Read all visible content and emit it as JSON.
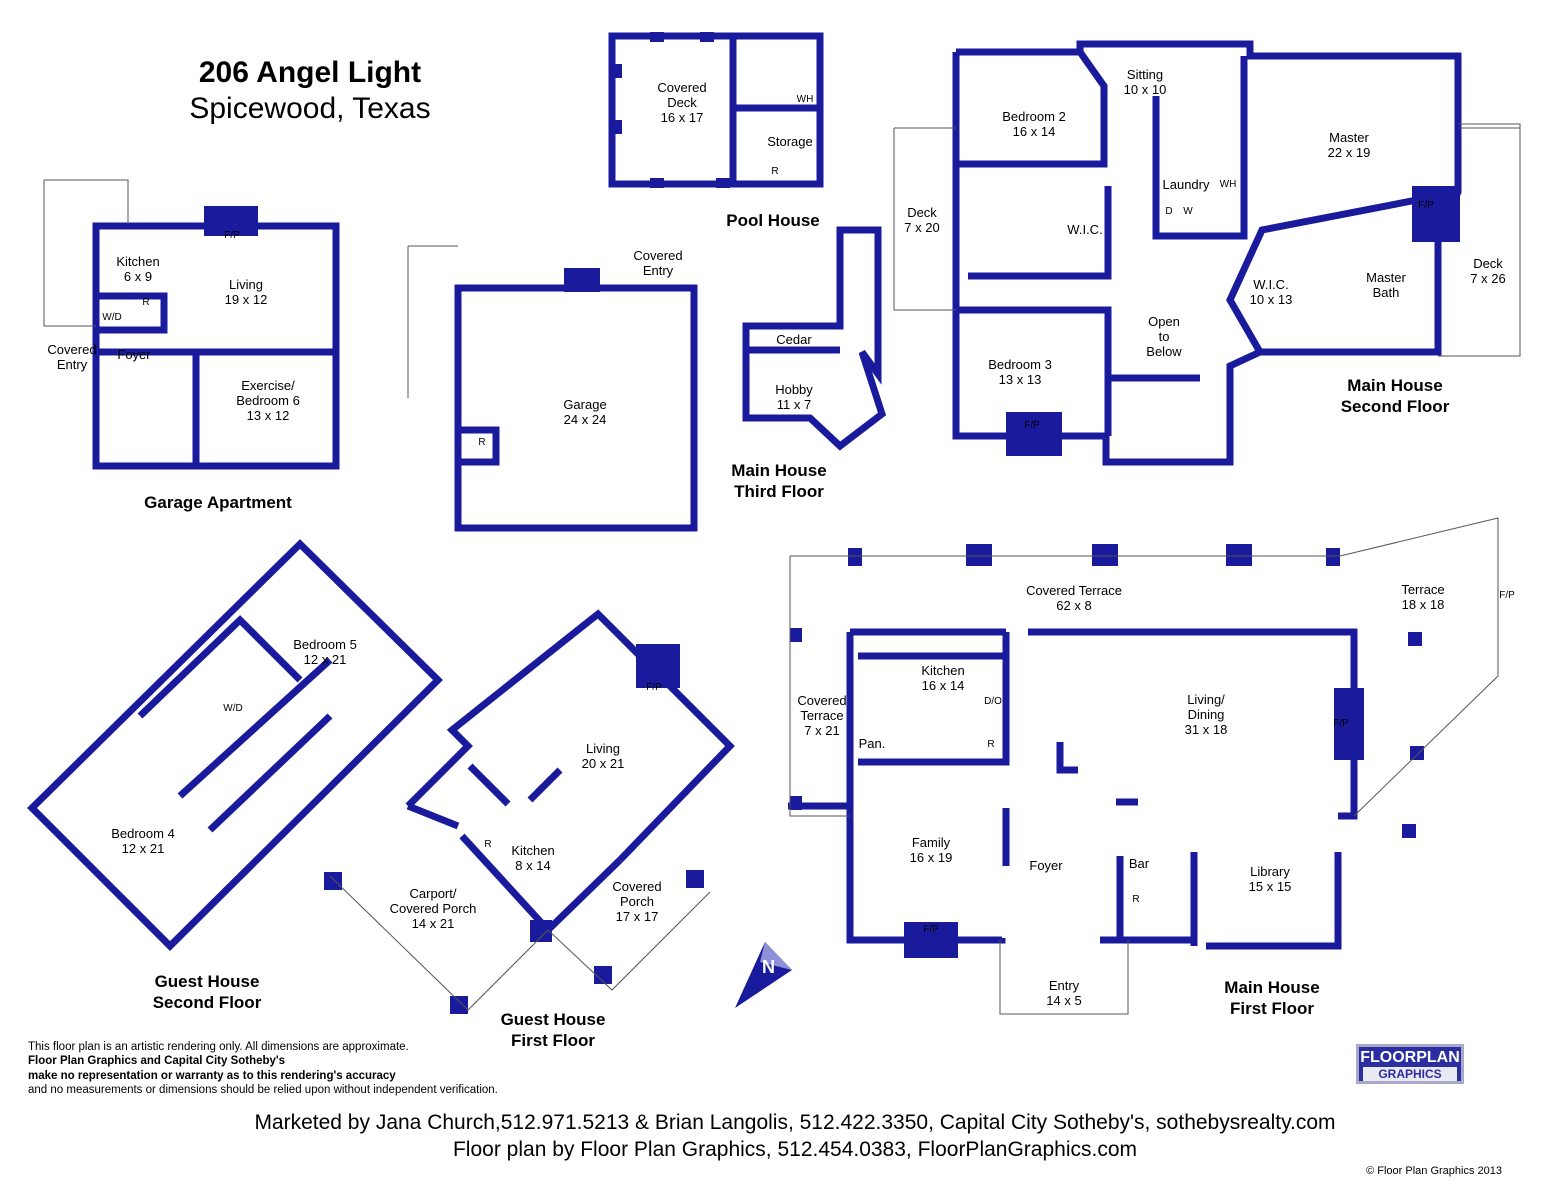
{
  "header": {
    "title": "206 Angel Light",
    "subtitle": "Spicewood, Texas"
  },
  "sections": {
    "pool_house": "Pool House",
    "main_third": [
      "Main House",
      "Third Floor"
    ],
    "main_second": [
      "Main House",
      "Second Floor"
    ],
    "garage_apartment": "Garage Apartment",
    "guest_second": [
      "Guest House",
      "Second Floor"
    ],
    "guest_first": [
      "Guest House",
      "First Floor"
    ],
    "main_first": [
      "Main House",
      "First Floor"
    ]
  },
  "rooms": {
    "covered_deck": [
      "Covered",
      "Deck",
      "16 x 17"
    ],
    "storage": [
      "Storage"
    ],
    "cedar": [
      "Cedar"
    ],
    "hobby": [
      "Hobby",
      "11 x 7"
    ],
    "bedroom2": [
      "Bedroom 2",
      "16 x 14"
    ],
    "sitting": [
      "Sitting",
      "10 x 10"
    ],
    "master": [
      "Master",
      "22 x 19"
    ],
    "deck_left": [
      "Deck",
      "7 x 20"
    ],
    "wic_upper": [
      "W.I.C."
    ],
    "laundry": [
      "Laundry"
    ],
    "open_below": [
      "Open",
      "to",
      "Below"
    ],
    "wic_master": [
      "W.I.C.",
      "10 x 13"
    ],
    "master_bath": [
      "Master",
      "Bath"
    ],
    "deck_right": [
      "Deck",
      "7 x 26"
    ],
    "bedroom3": [
      "Bedroom 3",
      "13 x 13"
    ],
    "kitchen_apt": [
      "Kitchen",
      "6 x 9"
    ],
    "living_apt": [
      "Living",
      "19 x 12"
    ],
    "covered_entry_apt": [
      "Covered",
      "Entry"
    ],
    "foyer_apt": [
      "Foyer"
    ],
    "exercise": [
      "Exercise/",
      "Bedroom 6",
      "13 x 12"
    ],
    "covered_entry_garage": [
      "Covered",
      "Entry"
    ],
    "garage": [
      "Garage",
      "24 x 24"
    ],
    "bedroom5": [
      "Bedroom 5",
      "12 x 21"
    ],
    "bedroom4": [
      "Bedroom 4",
      "12 x 21"
    ],
    "living_guest": [
      "Living",
      "20 x 21"
    ],
    "kitchen_guest": [
      "Kitchen",
      "8 x 14"
    ],
    "carport": [
      "Carport/",
      "Covered  Porch",
      "14 x 21"
    ],
    "covered_porch": [
      "Covered",
      "Porch",
      "17 x 17"
    ],
    "covered_terrace": [
      "Covered Terrace",
      "62 x 8"
    ],
    "terrace": [
      "Terrace",
      "18 x 18"
    ],
    "covered_terrace_small": [
      "Covered",
      "Terrace",
      "7 x 21"
    ],
    "kitchen_main": [
      "Kitchen",
      "16 x 14"
    ],
    "pantry": [
      "Pan."
    ],
    "living_dining": [
      "Living/",
      "Dining",
      "31 x 18"
    ],
    "family": [
      "Family",
      "16 x 19"
    ],
    "foyer_main": [
      "Foyer"
    ],
    "bar": [
      "Bar"
    ],
    "library": [
      "Library",
      "15 x 15"
    ],
    "entry": [
      "Entry",
      "14 x 5"
    ]
  },
  "fixtures": {
    "fireplace": "F/P",
    "water_heater": "WH",
    "refrigerator": "R",
    "washer_dryer": "W/D",
    "dryer": "D",
    "washer": "W",
    "double_oven": "D/O"
  },
  "disclaimer": {
    "line1": "This floor plan is an artistic rendering only. All dimensions are approximate.",
    "line2": "Floor Plan Graphics and Capital City Sotheby's",
    "line3": "make no representation or warranty as to this rendering's accuracy",
    "line4": "and no measurements or dimensions should be relied upon without independent verification."
  },
  "footer": {
    "marketed_by": "Marketed by Jana Church,512.971.5213 & Brian Langolis, 512.422.3350, Capital City Sotheby's, sothebysrealty.com",
    "floor_plan_by": "Floor plan by Floor Plan Graphics, 512.454.0383, FloorPlanGraphics.com",
    "copyright": "© Floor Plan Graphics 2013"
  },
  "logo": {
    "line1": "FLOORPLAN",
    "line2": "GRAPHICS"
  },
  "compass": {
    "label": "N"
  },
  "colors": {
    "wall": "#1a1a9c",
    "window": "#bfe9f2",
    "appliance": "#d63ad6"
  }
}
